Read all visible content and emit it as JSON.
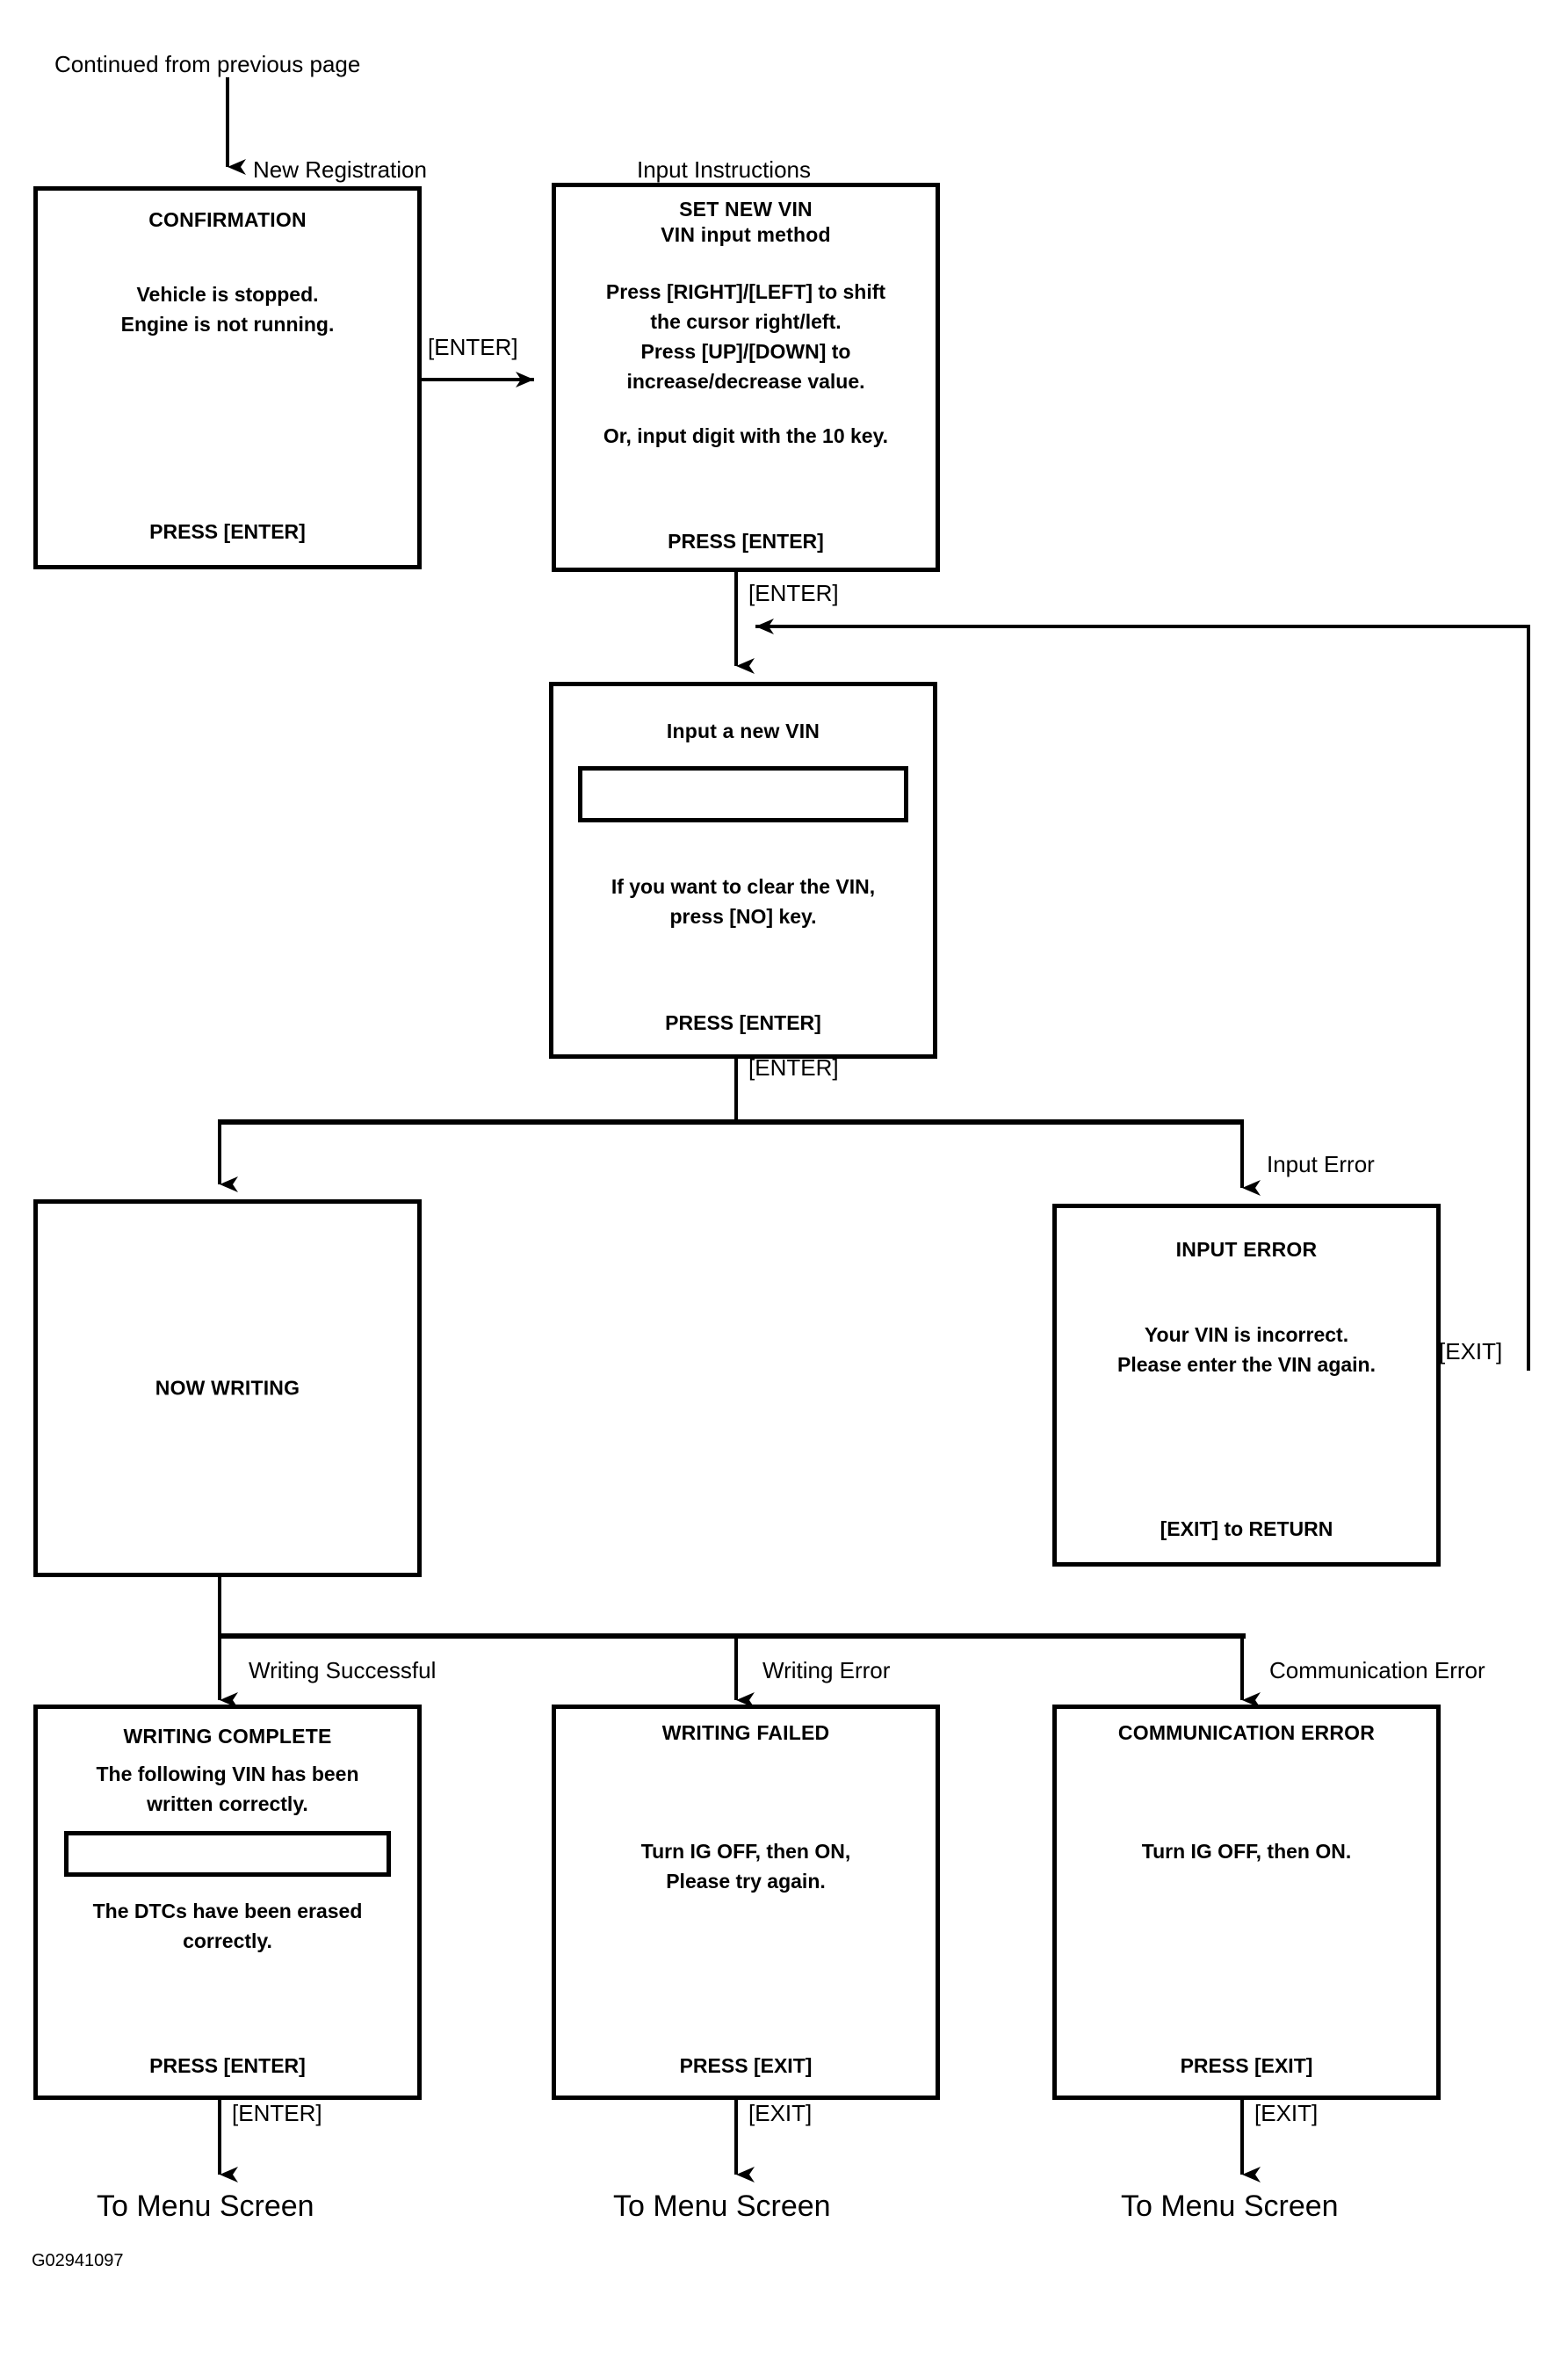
{
  "figure": {
    "id_code": "G02941097",
    "top_note": "Continued from previous page"
  },
  "edge_labels": {
    "new_registration": "New Registration",
    "input_instructions": "Input Instructions",
    "enter_1": "[ENTER]",
    "enter_2": "[ENTER]",
    "enter_3": "[ENTER]",
    "input_error": "Input Error",
    "exit_return": "[EXIT]",
    "writing_successful": "Writing Successful",
    "writing_error": "Writing Error",
    "communication_error": "Communication Error",
    "enter_complete": "[ENTER]",
    "exit_failed": "[EXIT]",
    "exit_comm": "[EXIT]"
  },
  "terminals": [
    {
      "label": "To Menu Screen"
    },
    {
      "label": "To Menu Screen"
    },
    {
      "label": "To Menu Screen"
    }
  ],
  "screens": {
    "confirmation": {
      "title": "CONFIRMATION",
      "lines": [
        "Vehicle is stopped.",
        "Engine is not running."
      ],
      "footer": "PRESS [ENTER]"
    },
    "set_new_vin": {
      "title_line1": "SET NEW VIN",
      "title_line2": "VIN input method",
      "block1": [
        "Press [RIGHT]/[LEFT] to shift",
        "the cursor right/left.",
        "Press [UP]/[DOWN] to",
        "increase/decrease value."
      ],
      "block2": [
        "Or, input digit with the 10 key."
      ],
      "footer": "PRESS [ENTER]"
    },
    "input_new_vin": {
      "title": "Input a new VIN",
      "field_value": "",
      "block1": [
        "If you want to clear the VIN,",
        "press [NO] key."
      ],
      "footer": "PRESS [ENTER]"
    },
    "now_writing": {
      "title": "NOW WRITING"
    },
    "input_error": {
      "title": "INPUT ERROR",
      "lines": [
        "Your VIN is incorrect.",
        "Please enter the VIN again."
      ],
      "footer": "[EXIT] to RETURN"
    },
    "writing_complete": {
      "title": "WRITING COMPLETE",
      "lines_top": [
        "The following VIN has been",
        "written correctly."
      ],
      "field_value": "",
      "lines_bottom": [
        "The DTCs have been erased",
        "correctly."
      ],
      "footer": "PRESS [ENTER]"
    },
    "writing_failed": {
      "title": "WRITING FAILED",
      "lines": [
        "Turn IG OFF, then ON,",
        "Please try again."
      ],
      "footer": "PRESS [EXIT]"
    },
    "communication_error": {
      "title": "COMMUNICATION ERROR",
      "lines": [
        "Turn IG OFF, then ON."
      ],
      "footer": "PRESS [EXIT]"
    }
  }
}
